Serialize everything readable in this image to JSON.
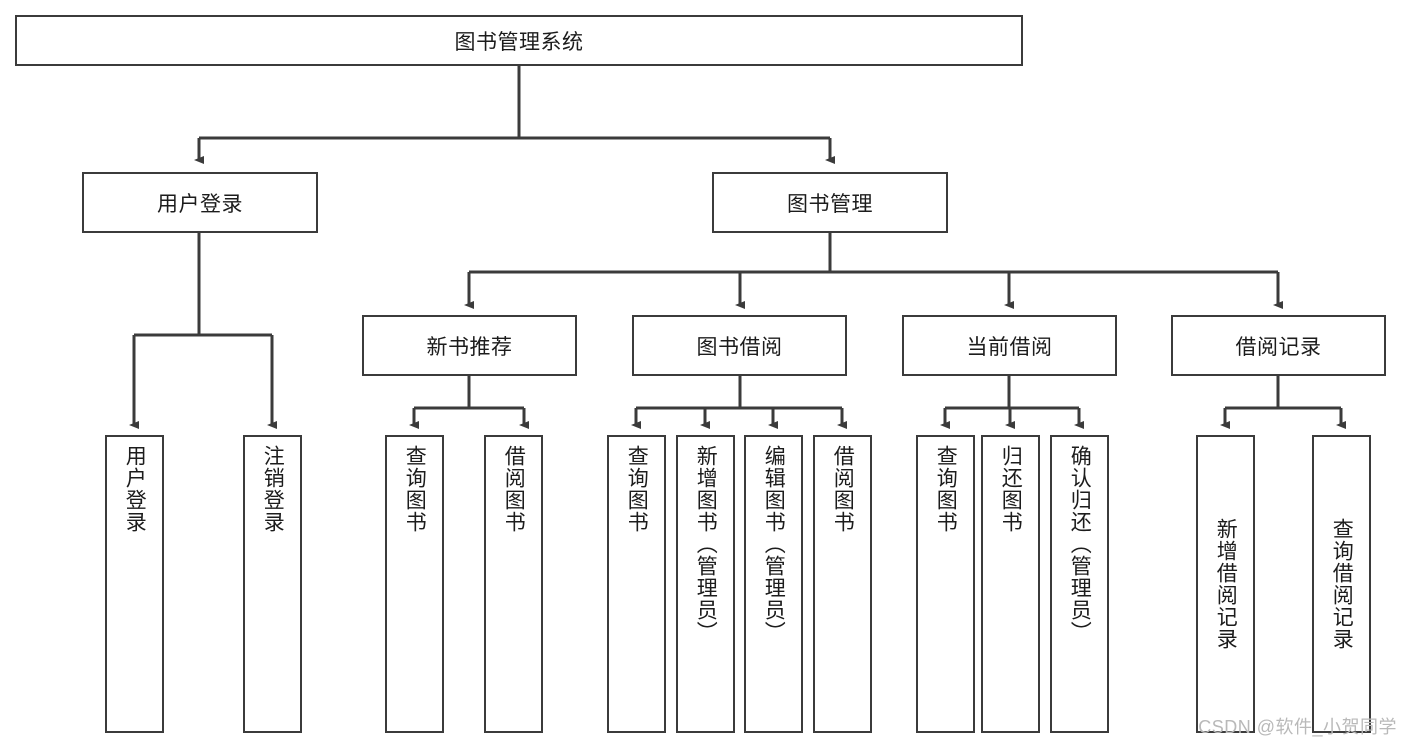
{
  "diagram": {
    "type": "tree",
    "title": "图书管理系统",
    "root": {
      "label": "图书管理系统"
    },
    "level2": [
      {
        "label": "用户登录"
      },
      {
        "label": "图书管理"
      }
    ],
    "level3": [
      {
        "label": "新书推荐"
      },
      {
        "label": "图书借阅"
      },
      {
        "label": "当前借阅"
      },
      {
        "label": "借阅记录"
      }
    ],
    "leaves": {
      "user_login": [
        {
          "label": "用户登录"
        },
        {
          "label": "注销登录"
        }
      ],
      "new_book_recommend": [
        {
          "label": "查询图书"
        },
        {
          "label": "借阅图书"
        }
      ],
      "book_borrow": [
        {
          "label": "查询图书"
        },
        {
          "label": "新增图书（管理员）"
        },
        {
          "label": "编辑图书（管理员）"
        },
        {
          "label": "借阅图书"
        }
      ],
      "current_borrow": [
        {
          "label": "查询图书"
        },
        {
          "label": "归还图书"
        },
        {
          "label": "确认归还（管理员）"
        }
      ],
      "borrow_record": [
        {
          "label": "新增借阅记录"
        },
        {
          "label": "查询借阅记录"
        }
      ]
    }
  },
  "watermark": {
    "text": "CSDN @软件_小贺同学"
  },
  "colors": {
    "stroke": "#3b3b3b",
    "background": "#ffffff",
    "text": "#1c1c1c",
    "watermark": "#b9b9b9"
  }
}
